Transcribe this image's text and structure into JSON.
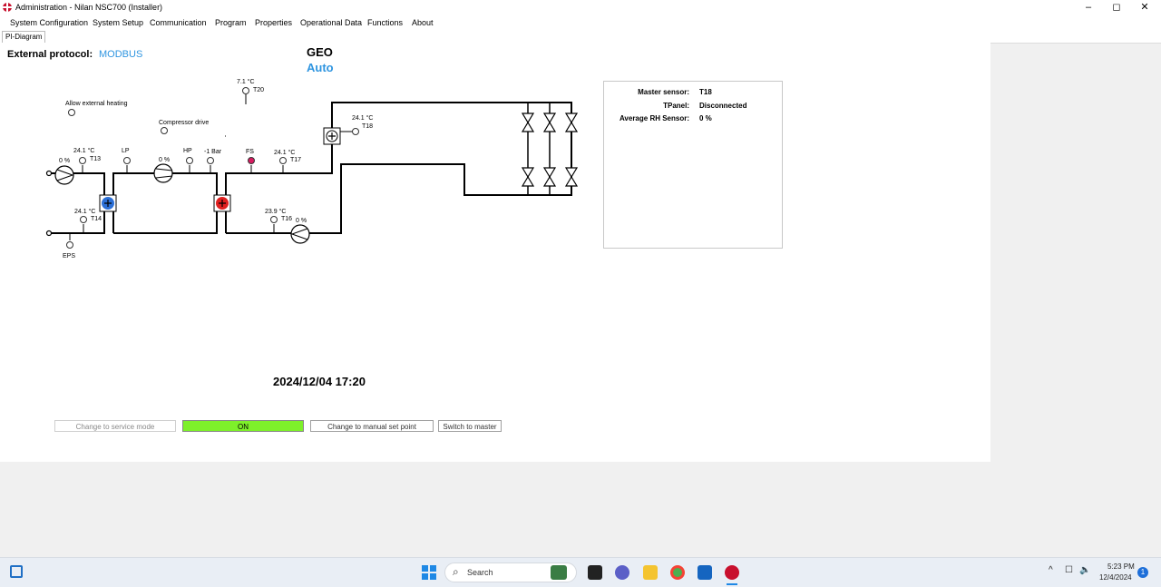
{
  "window": {
    "title": "Administration - Nilan NSC700 (Installer)",
    "min": "–",
    "max": "◻",
    "close": "✕"
  },
  "menu": [
    "System Configuration",
    "System Setup",
    "Communication",
    "Program",
    "Properties",
    "Operational Data",
    "Functions",
    "About"
  ],
  "tab": "PI-Diagram",
  "header": {
    "protocol_label": "External protocol:",
    "protocol_value": "MODBUS",
    "mode_title": "GEO",
    "mode_value": "Auto"
  },
  "colors": {
    "accent": "#2f95e0",
    "fs_red": "#d81b60",
    "blue_exchanger": "#2b6fd6",
    "red_exchanger": "#e02020",
    "on_green": "#7ef02a"
  },
  "diagram": {
    "allow_heating": "Allow external heating",
    "compressor_drive": "Compressor drive",
    "t20": {
      "temp": "7.1 °C",
      "name": "T20"
    },
    "t13": {
      "temp": "24.1 °C",
      "name": "T13",
      "pct": "0 %"
    },
    "lp": "LP",
    "comp_pct": "0 %",
    "hp": "HP",
    "bar": "-1 Bar",
    "fs": "FS",
    "t17": {
      "temp": "24.1 °C",
      "name": "T17"
    },
    "t18": {
      "temp": "24.1 °C",
      "name": "T18"
    },
    "t14": {
      "temp": "24.1 °C",
      "name": "T14"
    },
    "eps": "EPS",
    "t16": {
      "temp": "23.9 °C",
      "name": "T16",
      "pct": "0 %"
    }
  },
  "info": {
    "master_label": "Master sensor:",
    "master_value": "T18",
    "tpanel_label": "TPanel:",
    "tpanel_value": "Disconnected",
    "rh_label": "Average RH Sensor:",
    "rh_value": "0 %"
  },
  "datetime": "2024/12/04 17:20",
  "buttons": {
    "service": "Change to service mode",
    "on": "ON",
    "manual": "Change to manual set point",
    "master": "Switch to master"
  },
  "taskbar": {
    "search": "Search",
    "time": "5:23 PM",
    "date": "12/4/2024",
    "badge": "1"
  }
}
